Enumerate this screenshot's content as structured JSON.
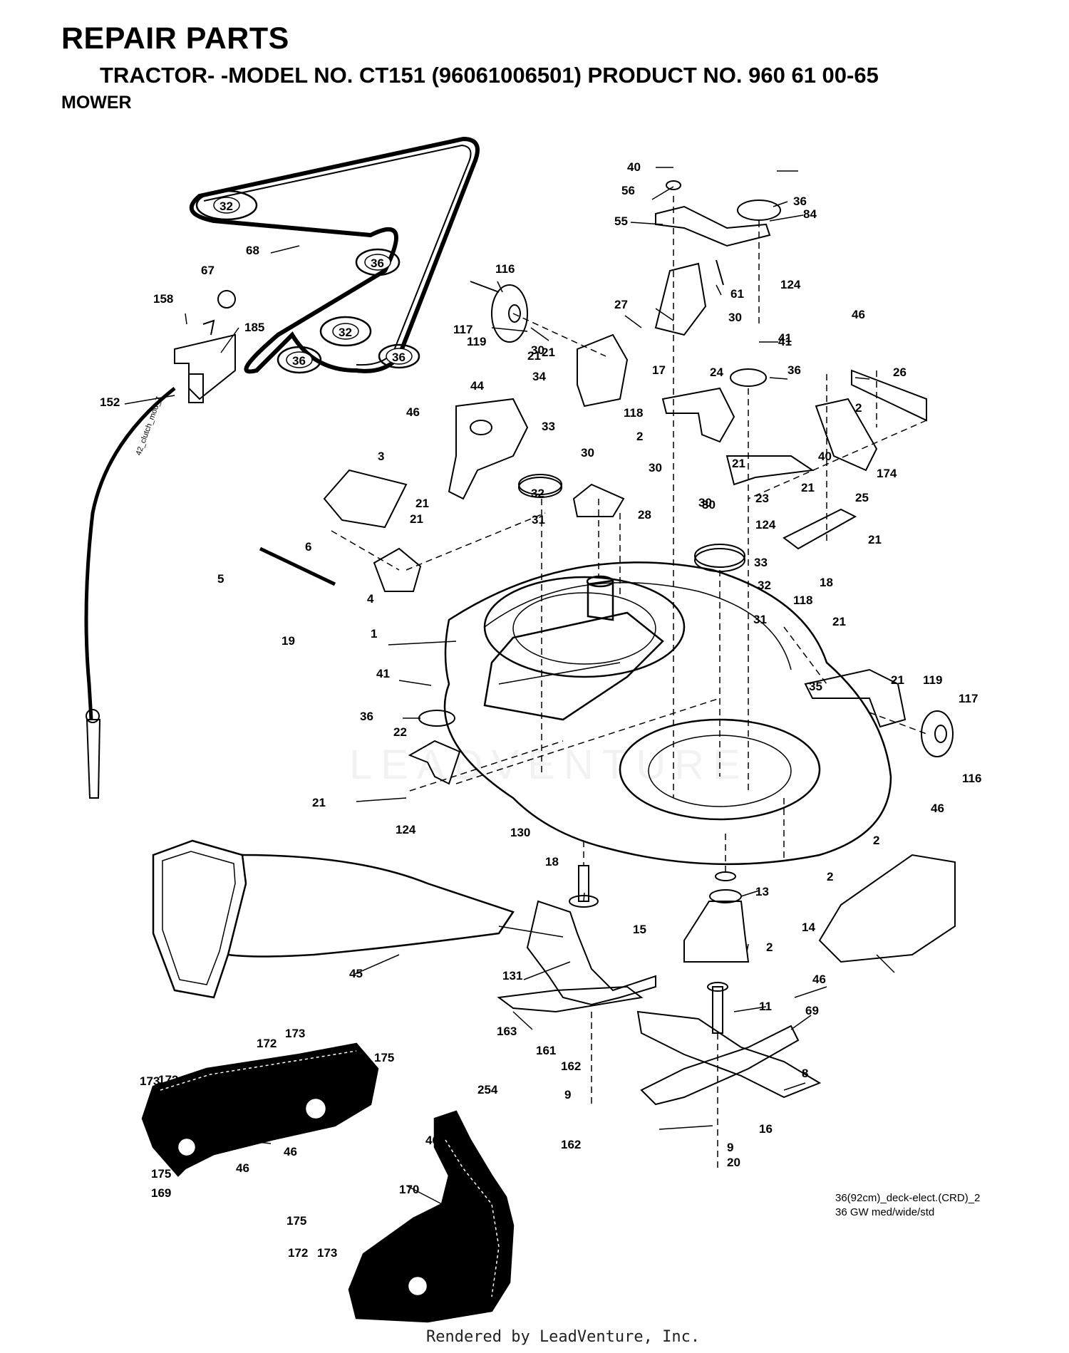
{
  "header": {
    "title": "REPAIR PARTS",
    "subtitle": "TRACTOR- -MODEL NO. CT151 (96061006501) PRODUCT NO. 960 61 00-65",
    "section": "MOWER"
  },
  "diagram": {
    "belt_labels": {
      "pulley_a": "32",
      "pulley_b": "36",
      "pulley_c": "32",
      "pulley_d": "36",
      "pulley_e": "36"
    },
    "cable_label": "42_clutch_mod_7",
    "callouts": [
      "68",
      "67",
      "158",
      "185",
      "152",
      "116",
      "117",
      "119",
      "40",
      "56",
      "55",
      "41",
      "36",
      "84",
      "124",
      "61",
      "27",
      "30",
      "30",
      "21",
      "21",
      "17",
      "34",
      "118",
      "44",
      "46",
      "33",
      "32",
      "31",
      "3",
      "21",
      "21",
      "6",
      "5",
      "4",
      "19",
      "24",
      "36",
      "41",
      "46",
      "26",
      "2",
      "174",
      "40",
      "21",
      "23",
      "21",
      "25",
      "21",
      "18",
      "30",
      "124",
      "33",
      "32",
      "31",
      "118",
      "21",
      "35",
      "21",
      "119",
      "117",
      "116",
      "1",
      "41",
      "36",
      "22",
      "21",
      "124",
      "130",
      "2",
      "46",
      "2",
      "18",
      "13",
      "15",
      "2",
      "14",
      "46",
      "45",
      "131",
      "11",
      "69",
      "163",
      "161",
      "162",
      "9",
      "8",
      "16",
      "162",
      "9",
      "20",
      "173",
      "172",
      "175",
      "173",
      "172",
      "175",
      "46",
      "169",
      "46",
      "254",
      "46",
      "170",
      "175",
      "172",
      "173",
      "46",
      "28",
      "30",
      "30",
      "2",
      "30"
    ]
  },
  "notes": {
    "line1": "36(92cm)_deck-elect.(CRD)_2",
    "line2": "36 GW med/wide/std"
  },
  "watermark": "LEADVENTURE",
  "footer": "Rendered by LeadVenture, Inc."
}
